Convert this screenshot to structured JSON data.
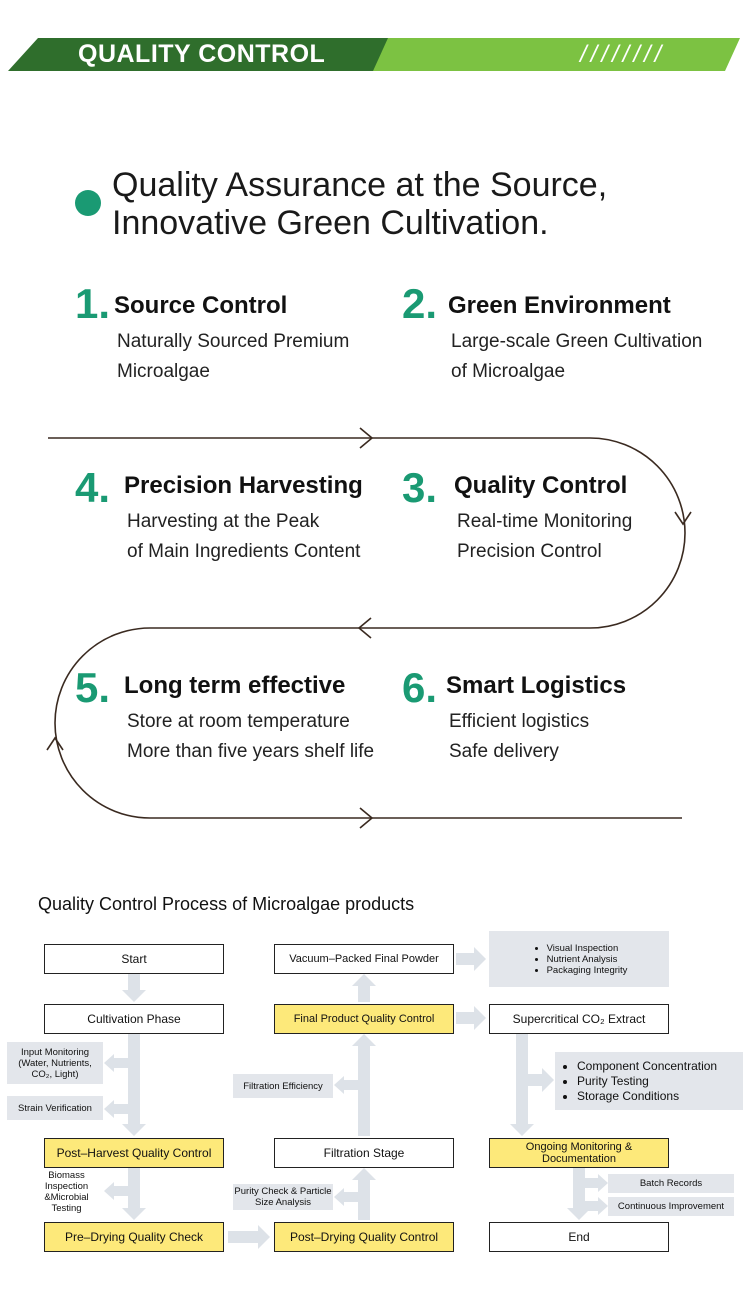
{
  "banner": {
    "title": "QUALITY CONTROL",
    "slashes": "////////",
    "dark_green": "#2f6e2c",
    "light_green": "#7cc242"
  },
  "headline": {
    "line1": "Quality Assurance at the Source,",
    "line2": "Innovative Green Cultivation."
  },
  "accent": "#1a9a73",
  "steps": [
    {
      "num": "1.",
      "title": "Source Control",
      "desc1": "Naturally Sourced Premium",
      "desc2": "Microalgae"
    },
    {
      "num": "2.",
      "title": "Green Environment",
      "desc1": "Large-scale Green Cultivation",
      "desc2": "of Microalgae"
    },
    {
      "num": "3.",
      "title": "Quality Control",
      "desc1": "Real-time Monitoring",
      "desc2": "Precision Control"
    },
    {
      "num": "4.",
      "title": "Precision Harvesting",
      "desc1": "Harvesting at the Peak",
      "desc2": "of Main Ingredients Content"
    },
    {
      "num": "5.",
      "title": "Long term effective",
      "desc1": "Store at room temperature",
      "desc2": "More than five years shelf life"
    },
    {
      "num": "6.",
      "title": "Smart Logistics",
      "desc1": "Efficient logistics",
      "desc2": "Safe delivery"
    }
  ],
  "process": {
    "title": "Quality Control Process of Microalgae products",
    "highlight_color": "#fde97a",
    "note_color": "#e3e6eb",
    "boxes": {
      "start": "Start",
      "cultivation": "Cultivation Phase",
      "post_harvest": "Post–Harvest Quality Control",
      "pre_drying_check": "Pre–Drying Quality Check",
      "pre_drying_control": "Post–Drying Quality Control",
      "filtration": "Filtration Stage",
      "final_qc": "Final Product Quality Control",
      "vacuum": "Vacuum–Packed Final Powder",
      "supercritical": "Supercritical CO₂ Extract",
      "ongoing": "Ongoing Monitoring & Documentation",
      "end": "End"
    },
    "notes": {
      "input_monitoring": "Input Monitoring (Water, Nutrients, CO₂, Light)",
      "strain": "Strain Verification",
      "biomass": "Biomass Inspection &Microbial Testing",
      "purity_check": "Purity Check & Particle Size Analysis",
      "filtration_eff": "Filtration Efficiency",
      "batch": "Batch Records",
      "continuous": "Continuous Improvement"
    },
    "final_checks": [
      "Visual Inspection",
      "Nutrient Analysis",
      "Packaging Integrity"
    ],
    "extract_checks": [
      "Component Concentration",
      "Purity Testing",
      "Storage Conditions"
    ]
  }
}
